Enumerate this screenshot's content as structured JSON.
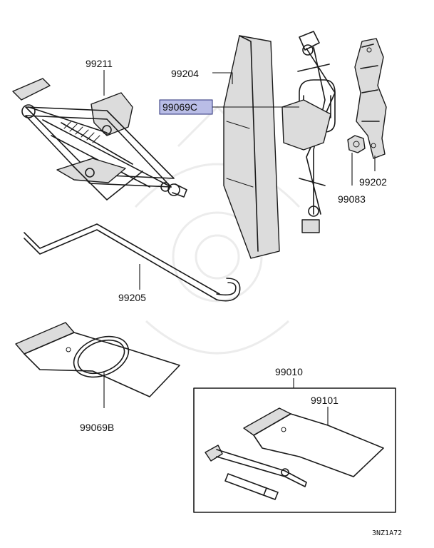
{
  "diagram": {
    "labels": {
      "p99211": "99211",
      "p99204": "99204",
      "p99069c": "99069C",
      "p99202": "99202",
      "p99083": "99083",
      "p99205": "99205",
      "p99069b": "99069B",
      "p99010": "99010",
      "p99101": "99101"
    },
    "diagram_code": "3NZ1A72",
    "highlight_color": "#b9bde6"
  }
}
